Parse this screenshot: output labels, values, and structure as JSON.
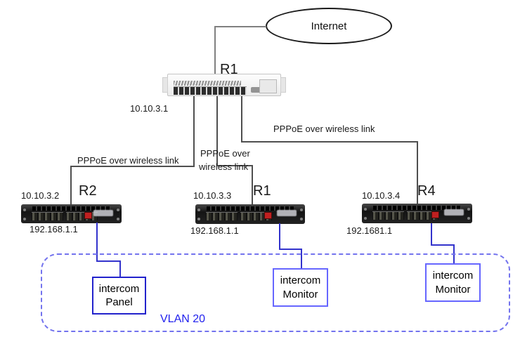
{
  "diagram": {
    "internet_label": "Internet",
    "core_router": {
      "name": "R1",
      "wan_ip": "10.10.3.1"
    },
    "link_labels": {
      "to_r2": "PPPoE over wireless link",
      "to_r3_line1": "PPPoE over",
      "to_r3_line2": "wireless link",
      "to_r4": "PPPoE over wireless link"
    },
    "edge_routers": [
      {
        "name": "R2",
        "wan_ip": "10.10.3.2",
        "lan_ip": "192.168.1.1"
      },
      {
        "name": "R1",
        "wan_ip": "10.10.3.3",
        "lan_ip": "192.168.1.1"
      },
      {
        "name": "R4",
        "wan_ip": "10.10.3.4",
        "lan_ip": "192.1681.1"
      }
    ],
    "endpoints": [
      {
        "line1": "intercom",
        "line2": "Panel"
      },
      {
        "line1": "intercom",
        "line2": "Monitor"
      },
      {
        "line1": "intercom",
        "line2": "Monitor"
      }
    ],
    "vlan_label": "VLAN 20",
    "colors": {
      "blue_link": "#3333cc",
      "panel_border": "#2222cc",
      "monitor_border": "#6666ff",
      "vlan_border": "#7373ee",
      "vlan_text": "#2222ee",
      "internet_line": "#808080",
      "wired_line": "#4f4f4f"
    }
  }
}
